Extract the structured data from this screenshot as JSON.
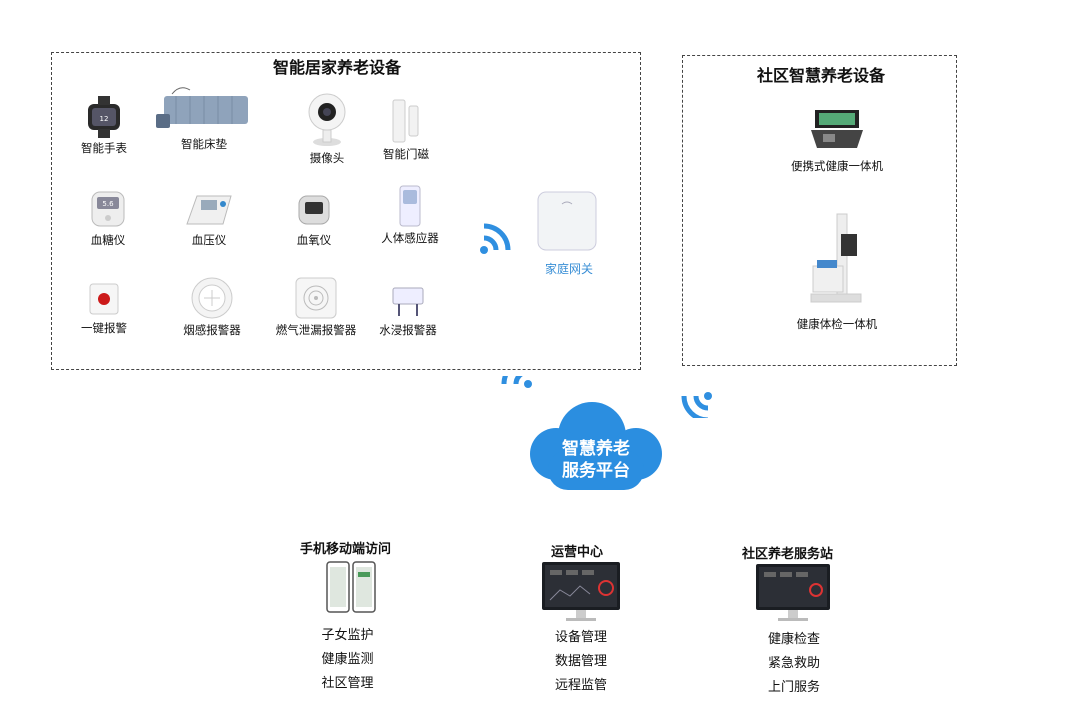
{
  "home_section": {
    "title": "智能居家养老设备",
    "devices": [
      {
        "label": "智能手表",
        "icon": "smartwatch-icon"
      },
      {
        "label": "智能床垫",
        "icon": "smart-mattress-icon"
      },
      {
        "label": "摄像头",
        "icon": "camera-icon"
      },
      {
        "label": "智能门磁",
        "icon": "door-sensor-icon"
      },
      {
        "label": "血糖仪",
        "icon": "glucose-meter-icon"
      },
      {
        "label": "血压仪",
        "icon": "blood-pressure-monitor-icon"
      },
      {
        "label": "血氧仪",
        "icon": "oximeter-icon"
      },
      {
        "label": "人体感应器",
        "icon": "motion-sensor-icon"
      },
      {
        "label": "一键报警",
        "icon": "sos-button-icon"
      },
      {
        "label": "烟感报警器",
        "icon": "smoke-detector-icon"
      },
      {
        "label": "燃气泄漏报警器",
        "icon": "gas-detector-icon"
      },
      {
        "label": "水浸报警器",
        "icon": "water-leak-sensor-icon"
      }
    ],
    "gateway_label": "家庭网关"
  },
  "community_section": {
    "title": "社区智慧养老设备",
    "devices": [
      {
        "label": "便携式健康一体机",
        "icon": "portable-health-kit-icon"
      },
      {
        "label": "健康体检一体机",
        "icon": "health-check-station-icon"
      }
    ]
  },
  "platform": {
    "line1": "智慧养老",
    "line2": "服务平台"
  },
  "terminals": [
    {
      "title": "手机移动端访问",
      "icon": "mobile-phones-icon",
      "items": [
        "子女监护",
        "健康监测",
        "社区管理"
      ]
    },
    {
      "title": "运营中心",
      "icon": "desktop-monitor-icon",
      "items": [
        "设备管理",
        "数据管理",
        "远程监管"
      ]
    },
    {
      "title": "社区养老服务站",
      "icon": "desktop-monitor-icon",
      "items": [
        "健康检查",
        "紧急救助",
        "上门服务"
      ]
    }
  ],
  "colors": {
    "accent": "#2f8fe0",
    "cloud": "#2b8ee0",
    "border": "#444444"
  }
}
